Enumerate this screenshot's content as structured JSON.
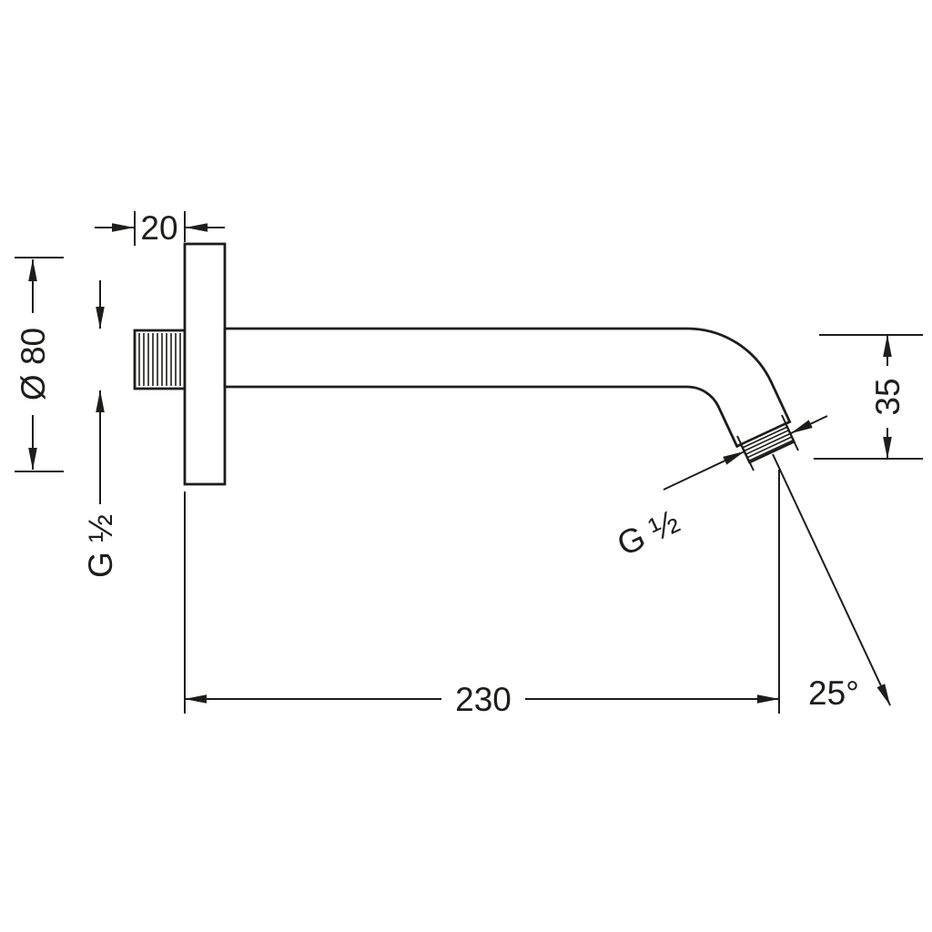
{
  "drawing": {
    "line_color": "#1d1d1b",
    "background_color": "#ffffff",
    "dimensions": {
      "wall_stub_length": "20",
      "flange_diameter": "Ø 80",
      "wall_thread": "G ½",
      "outlet_drop": "35",
      "outlet_thread": "G ½",
      "arm_length": "230",
      "outlet_angle": "25°"
    }
  }
}
